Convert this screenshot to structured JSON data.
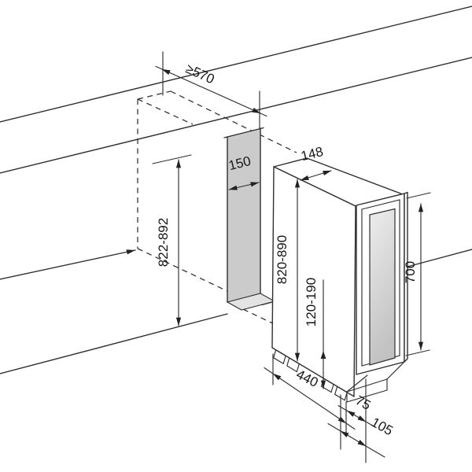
{
  "diagram": {
    "dimensions": {
      "niche_depth": "≥570",
      "niche_width": "150",
      "niche_height": "822-892",
      "appliance_width": "148",
      "appliance_height": "820-890",
      "plinth_height_range": "120-190",
      "door_height": "700",
      "base_depth": "440",
      "recess_small": "75",
      "recess_large": "105"
    },
    "colors": {
      "line": "#2f2f2f",
      "niche_shade": "#cbcbcb",
      "niche_floor_shade": "#e3e3e3",
      "glass_top": "#ededed",
      "glass_bottom": "#c2c2c2",
      "background": "#ffffff"
    }
  }
}
